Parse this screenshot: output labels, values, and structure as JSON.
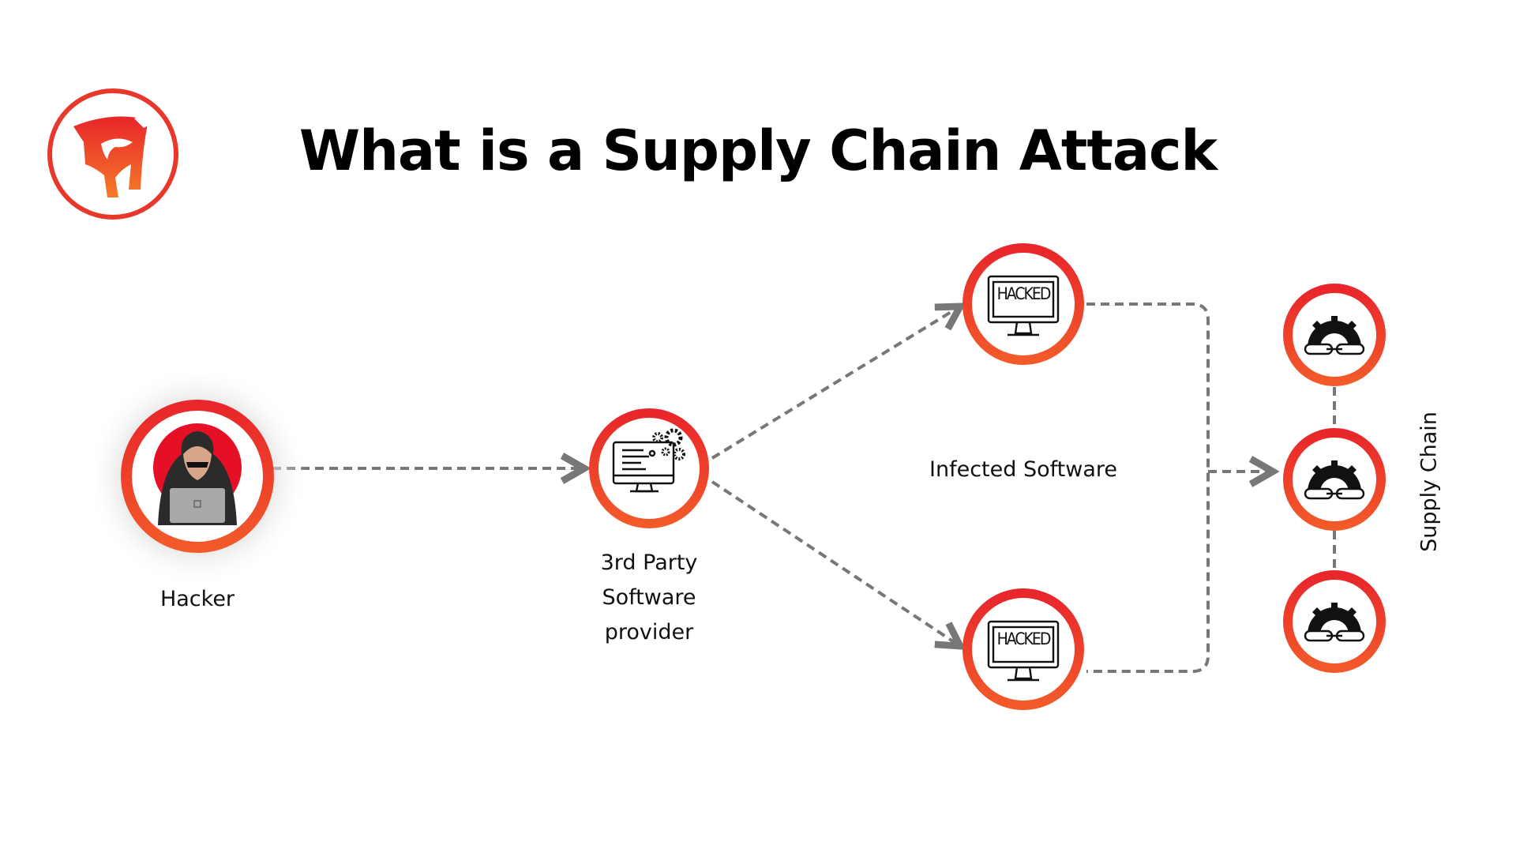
{
  "title": "What is a Supply Chain Attack",
  "nodes": {
    "hacker": {
      "label": "Hacker"
    },
    "provider": {
      "label_lines": [
        "3rd Party",
        "Software",
        "provider"
      ]
    },
    "infected": {
      "label": "Infected Software",
      "screen_text": "HACKED"
    },
    "supply_chain": {
      "label": "Supply Chain"
    }
  },
  "icons": {
    "logo": "eagle-shield-logo",
    "hacker": "hooded-hacker-icon",
    "provider": "computer-with-gears-icon",
    "infected": "hacked-monitor-icon",
    "chain": "gear-chain-link-icon"
  },
  "colors": {
    "ring_red": "#e8262b",
    "ring_orange": "#f25a2a",
    "arrow": "#777777",
    "text": "#111111"
  }
}
